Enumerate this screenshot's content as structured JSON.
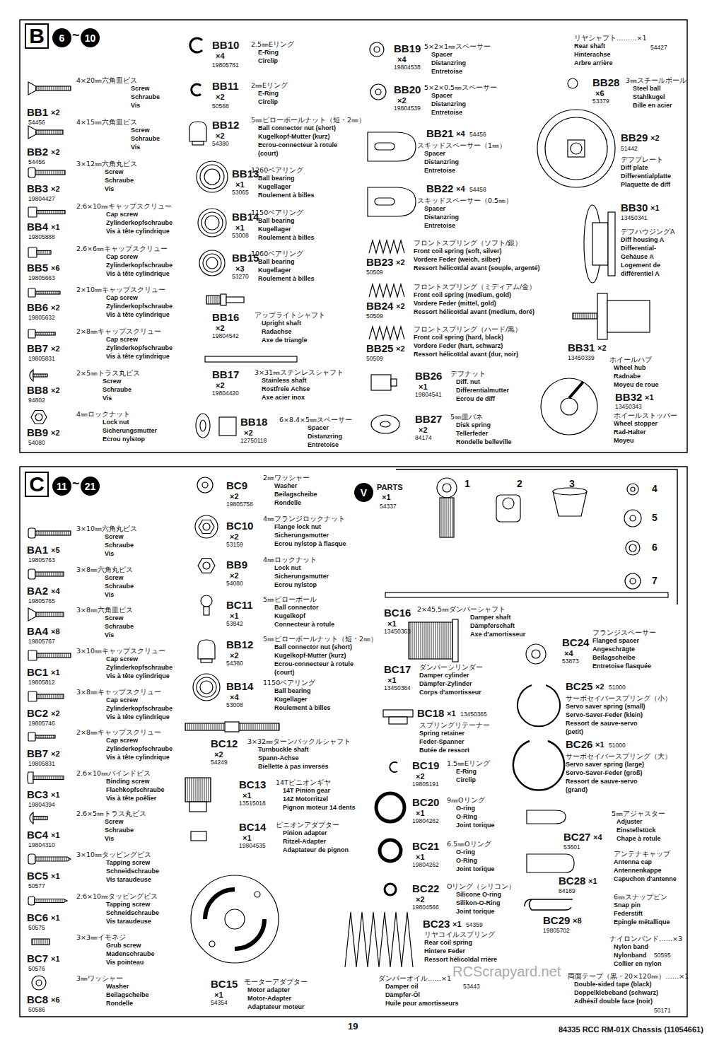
{
  "diagram": {
    "nodes": [
      {
        "text": [
          "B"
        ]
      },
      {
        "text": [
          "6"
        ]
      },
      {
        "text": [
          "10"
        ]
      },
      {
        "text": [
          "C"
        ]
      },
      {
        "text": [
          "11"
        ]
      },
      {
        "text": [
          "21"
        ]
      },
      {
        "text": [
          "V"
        ]
      }
    ],
    "labels": [
      "~",
      "4×20㎜六角皿ビス",
      "Screw",
      "Schraube",
      "Vis",
      "BB1",
      "×2",
      "54456",
      "4×15㎜六角皿ビス",
      "Screw",
      "Schraube",
      "Vis",
      "BB2",
      "×2",
      "54456",
      "3×12㎜六角丸ビス",
      "Screw",
      "Schraube",
      "Vis",
      "BB3",
      "×2",
      "19804427",
      "2.6×10㎜キャップスクリュー",
      "Cap screw",
      "Zylinderkopfschraube",
      "Vis à tête cylindrique",
      "BB4",
      "×1",
      "19805888",
      "2.6×6㎜キャップスクリュー",
      "Cap screw",
      "Zylinderkopfschraube",
      "Vis à tête cylindrique",
      "BB5",
      "×6",
      "19805663",
      "2×10㎜キャップスクリュー",
      "Cap screw",
      "Zylinderkopfschraube",
      "Vis à tête cylindrique",
      "BB6",
      "×2",
      "19805632",
      "2×8㎜キャップスクリュー",
      "Cap screw",
      "Zylinderkopfschraube",
      "Vis à tête cylindrique",
      "BB7",
      "×2",
      "19805831",
      "2×5㎜トラス丸ビス",
      "Screw",
      "Schraube",
      "Vis",
      "BB8",
      "×2",
      "94802",
      "4㎜ロックナット",
      "Lock nut",
      "Sicherungsmutter",
      "Ecrou nylstop",
      "BB9",
      "×2",
      "54080",
      "BB10",
      "×4",
      "19805781",
      "2.5㎜Eリング",
      "E-Ring",
      "Circlip",
      "BB11",
      "×2",
      "50588",
      "2㎜Eリング",
      "E-Ring",
      "Circlip",
      "BB12",
      "×2",
      "54380",
      "5㎜ピローボールナット（短・2㎜）",
      "Ball connector nut (short)",
      "Kugelkopf-Mutter (kurz)",
      "Ecrou-connecteur à rotule",
      "(court)",
      "BB13",
      "×1",
      "53065",
      "1260ベアリング",
      "Ball bearing",
      "Kugellager",
      "Roulement à billes",
      "BB14",
      "×1",
      "53008",
      "1150ベアリング",
      "Ball bearing",
      "Kugellager",
      "Roulement à billes",
      "BB15",
      "×3",
      "53270",
      "1060ベアリング",
      "Ball bearing",
      "Kugellager",
      "Roulement à billes",
      "BB16",
      "×2",
      "19804542",
      "アップライトシャフト",
      "Upright shaft",
      "Radachse",
      "Axe de triangle",
      "BB17",
      "×2",
      "19804420",
      "3×31㎜ステンレスシャフト",
      "Stainless shaft",
      "Rostfreie Achse",
      "Axe acier inox",
      "BB18",
      "×2",
      "12750118",
      "6×8.4×5㎜スペーサー",
      "Spacer",
      "Distanzring",
      "Entretoise",
      "BB19",
      "×4",
      "19804538",
      "5×2×1㎜スペーサー",
      "Spacer",
      "Distanzring",
      "Entretoise",
      "BB20",
      "×2",
      "19804539",
      "5×2×0.5㎜スペーサー",
      "Spacer",
      "Distanzring",
      "Entretoise",
      "BB21",
      "×4",
      "54456",
      "スキッドスペーサー（1㎜）",
      "Spacer",
      "Distanzring",
      "Entretoise",
      "BB22",
      "×4",
      "54458",
      "スキッドスペーサー（0.5㎜）",
      "Spacer",
      "Distanzring",
      "Entretoise",
      "フロントスプリング（ソフト/銀）",
      "Front coil spring (soft, silver)",
      "Vordere Feder (weich, silber)",
      "Ressort hélicoïdal avant (souple, argenté)",
      "BB23",
      "×2",
      "50509",
      "フロントスプリング（ミディアム/金）",
      "Front coil spring (medium, gold)",
      "Vordere Feder (mittel, gold)",
      "Ressort hélicoïdal avant (medium, doré)",
      "BB24",
      "×2",
      "50509",
      "フロントスプリング（ハード/黒）",
      "Front coil spring (hard, black)",
      "Vordere Feder (hart, schwarz)",
      "Ressort hélicoïdal avant (dur, noir)",
      "BB25",
      "×2",
      "50509",
      "BB26",
      "×1",
      "19804541",
      "デフナット",
      "Diff. nut",
      "Differentialmutter",
      "Ecrou de diff",
      "BB27",
      "×2",
      "84174",
      "5㎜皿バネ",
      "Disk spring",
      "Tellerfeder",
      "Rondelle belleville",
      "リヤシャフト………×1",
      "Rear shaft",
      "Hinterachse",
      "Arbre arrière",
      "54427",
      "BB28",
      "×6",
      "53379",
      "3㎜スチールボール",
      "Steel ball",
      "Stahlkugel",
      "Bille en acier",
      "BB29",
      "×2",
      "51442",
      "デフプレート",
      "Diff plate",
      "Differentialplatte",
      "Plaquette de diff",
      "BB30",
      "×1",
      "13450341",
      "デフハウジングA",
      "Diff housing A",
      "Differential-",
      "Gehäuse A",
      "Logement de",
      "différentiel A",
      "BB31",
      "×2",
      "13450339",
      "ホイールハブ",
      "Wheel hub",
      "Radnabe",
      "Moyeu de roue",
      "BB32",
      "×1",
      "13450343",
      "ホイールストッパー",
      "Wheel stopper",
      "Rad-Halter",
      "Moyeu",
      "~",
      "3×10㎜六角丸ビス",
      "Screw",
      "Schraube",
      "Vis",
      "BA1",
      "×5",
      "19805763",
      "3×8㎜六角丸ビス",
      "Screw",
      "Schraube",
      "Vis",
      "BA2",
      "×4",
      "19805765",
      "3×8㎜六角皿ビス",
      "Screw",
      "Schraube",
      "Vis",
      "BA4",
      "×8",
      "19805767",
      "3×10㎜キャップスクリュー",
      "Cap screw",
      "Zylinderkopfschraube",
      "Vis à tête cylindrique",
      "BC1",
      "×1",
      "19805812",
      "3×8㎜キャップスクリュー",
      "Cap screw",
      "Zylinderkopfschraube",
      "Vis à tête cylindrique",
      "BC2",
      "×2",
      "19805746",
      "2×8㎜キャップスクリュー",
      "Cap screw",
      "Zylinderkopfschraube",
      "Vis à tête cylindrique",
      "BB7",
      "×2",
      "19805831",
      "2.6×10㎜バインドビス",
      "Binding screw",
      "Flachkopfschraube",
      "Vis à tête poêlier",
      "BC3",
      "×1",
      "19804394",
      "2.6×5㎜トラス丸ビス",
      "Screw",
      "Schraube",
      "Vis",
      "BC4",
      "×1",
      "19804310",
      "3×10㎜タッピングビス",
      "Tapping screw",
      "Schneidschraube",
      "Vis taraudeuse",
      "BC5",
      "×1",
      "50577",
      "2.6×10㎜タッピングビス",
      "Tapping screw",
      "Schneidschraube",
      "Vis taraudeuse",
      "BC6",
      "×1",
      "50575",
      "3×3㎜イモネジ",
      "Grub screw",
      "Madenschraube",
      "Vis pointeau",
      "BC7",
      "×1",
      "50576",
      "3㎜ワッシャー",
      "Washer",
      "Beilagscheibe",
      "Rondelle",
      "BC8",
      "×6",
      "50586",
      "BC9",
      "×2",
      "19805758",
      "2㎜ワッシャー",
      "Washer",
      "Beilagscheibe",
      "Rondelle",
      "BC10",
      "×2",
      "53159",
      "4㎜フランジロックナット",
      "Flange lock nut",
      "Sicherungsmutter",
      "Ecrou nylstop à flasque",
      "BB9",
      "×2",
      "54080",
      "4㎜ロックナット",
      "Lock nut",
      "Sicherungsmutter",
      "Ecrou nylstop",
      "BC11",
      "×1",
      "53842",
      "5㎜ピローボール",
      "Ball connector",
      "Kugelkopf",
      "Connecteur à rotule",
      "BB12",
      "×2",
      "54380",
      "5㎜ピローボールナット（短・2㎜）",
      "Ball connector nut (short)",
      "Kugelkopf-Mutter (kurz)",
      "Ecrou-connecteur à rotule",
      "(court)",
      "BB14",
      "×4",
      "53008",
      "1150ベアリング",
      "Ball bearing",
      "Kugellager",
      "Roulement à billes",
      "BC12",
      "×2",
      "54249",
      "3×32㎜ターンバックルシャフト",
      "Turnbuckle shaft",
      "Spann-Achse",
      "Biellette à pas inversés",
      "BC13",
      "×1",
      "13515018",
      "14Tピニオンギヤ",
      "14T Pinion gear",
      "14Z Motorritzel",
      "Pignon moteur 14 dents",
      "BC14",
      "×1",
      "19804535",
      "ピニオンアダプター",
      "Pinion adapter",
      "Ritzel-Adapter",
      "Adaptateur de pignon",
      "BC15",
      "×1",
      "54354",
      "モーターアダプター",
      "Motor adapter",
      "Motor-Adapter",
      "Adaptateur moteur",
      "PARTS",
      "×1",
      "54337",
      "1",
      "2",
      "3",
      "4",
      "5",
      "6",
      "7",
      "BC16",
      "×1",
      "13450363",
      "2×45.5㎜ダンパーシャフト",
      "Damper shaft",
      "Dämpferschaft",
      "Axe d'amortisseur",
      "BC17",
      "×1",
      "13450364",
      "ダンパーシリンダー",
      "Damper cylinder",
      "Dämpfer-Zylinder",
      "Corps d'amortisseur",
      "BC18",
      "×1",
      "13450365",
      "スプリングリテーナー",
      "Spring retainer",
      "Feder-Spanner",
      "Butée de ressort",
      "BC19",
      "×2",
      "19805191",
      "1.5㎜Eリング",
      "E-Ring",
      "Circlip",
      "BC20",
      "×1",
      "19804262",
      "9㎜Oリング",
      "O-ring",
      "O-Ring",
      "Joint torique",
      "BC21",
      "×1",
      "19804262",
      "6.5㎜Oリング",
      "O-ring",
      "O-Ring",
      "Joint torique",
      "BC22",
      "×2",
      "19804566",
      "Oリング（シリコン）",
      "Silicone O-ring",
      "Silikon-O-Ring",
      "Joint torique",
      "BC23",
      "×1",
      "54359",
      "リヤコイルスプリング",
      "Rear coil spring",
      "Hintere Feder",
      "Ressort hélicoïdal rrière",
      "ダンパーオイル……×1",
      "Damper oil",
      "Dämpfer-Öl",
      "Huile pour amortisseurs",
      "53443",
      "BC24",
      "×4",
      "53873",
      "フランジスペーサー",
      "Flanged spacer",
      "Angeschrägte",
      "Beilagscheibe",
      "Entretoise flasquée",
      "BC25",
      "×2",
      "51000",
      "サーボセイバースプリング（小）",
      "Servo saver spring (small)",
      "Servo-Saver-Feder (klein)",
      "Ressort de sauve-servo",
      "(petit)",
      "BC26",
      "×1",
      "51000",
      "サーボセイバースプリング（大）",
      "Servo saver spring (large)",
      "Servo-Saver-Feder (groß)",
      "Ressort de sauve-servo",
      "(grand)",
      "BC27",
      "×4",
      "53601",
      "5㎜アジャスター",
      "Adjuster",
      "Einstellstück",
      "Chape à rotule",
      "BC28",
      "×1",
      "84189",
      "アンテナキャップ",
      "Antenna cap",
      "Antennenkappe",
      "Capuchon d'antenne",
      "BC29",
      "×8",
      "19805702",
      "6㎜スナップピン",
      "Snap pin",
      "Federstift",
      "Epingle métallique",
      "ナイロンバンド……×3",
      "Nylon band",
      "Nylonband",
      "Collier en nylon",
      "50595",
      "両面テープ（黒・20×120㎜）……×1",
      "Double-sided tape (black)",
      "Doppelklebeband (schwarz)",
      "Adhésif double face (noir)",
      "50171",
      "19",
      "84335 RCC RM-01X Chassis (11054661)",
      "RCScrapyard.net"
    ]
  }
}
